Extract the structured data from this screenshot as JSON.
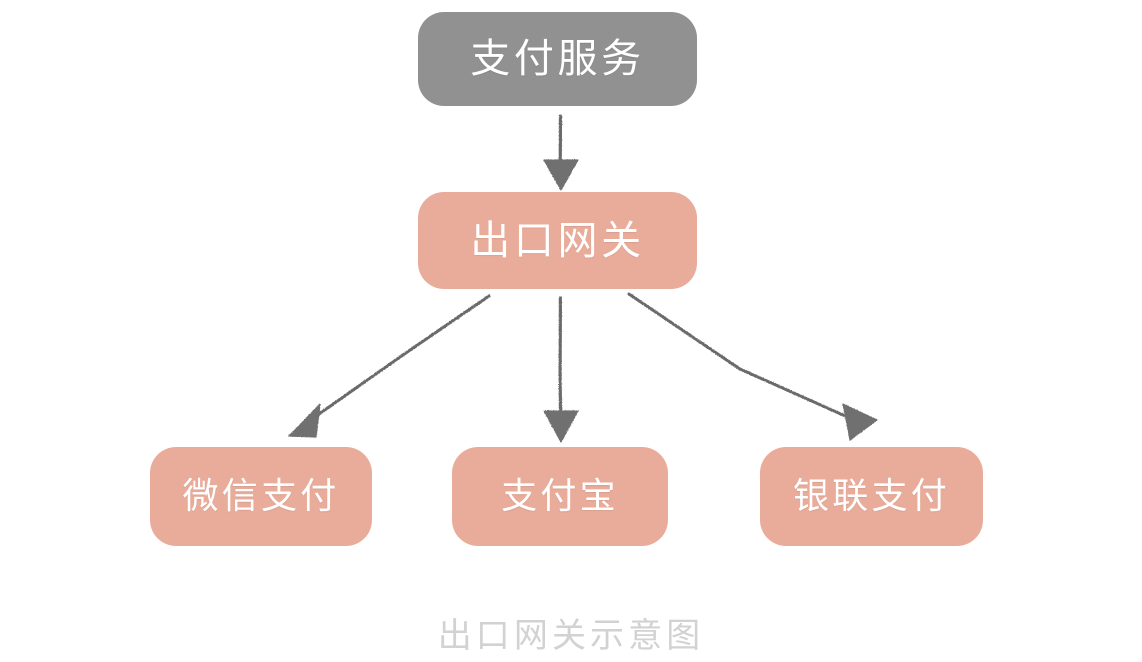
{
  "diagram": {
    "caption": "出口网关示意图",
    "background_color": "#ffffff",
    "caption_color": "#d2d2d2",
    "nodes": [
      {
        "id": "payment-service",
        "label": "支付服务",
        "fill": "#919191",
        "text_color": "#ffffff",
        "role": "source"
      },
      {
        "id": "egress-gateway",
        "label": "出口网关",
        "fill": "#eaac9a",
        "text_color": "#ffffff",
        "role": "gateway"
      },
      {
        "id": "wechat-pay",
        "label": "微信支付",
        "fill": "#eaac9a",
        "text_color": "#ffffff",
        "role": "target"
      },
      {
        "id": "alipay",
        "label": "支付宝",
        "fill": "#eaac9a",
        "text_color": "#ffffff",
        "role": "target"
      },
      {
        "id": "unionpay",
        "label": "银联支付",
        "fill": "#eaac9a",
        "text_color": "#ffffff",
        "role": "target"
      }
    ],
    "edges": [
      {
        "from": "payment-service",
        "to": "egress-gateway",
        "style": "hand-drawn-arrow",
        "color": "#6b6b6b"
      },
      {
        "from": "egress-gateway",
        "to": "wechat-pay",
        "style": "hand-drawn-arrow",
        "color": "#6b6b6b"
      },
      {
        "from": "egress-gateway",
        "to": "alipay",
        "style": "hand-drawn-arrow",
        "color": "#6b6b6b"
      },
      {
        "from": "egress-gateway",
        "to": "unionpay",
        "style": "hand-drawn-arrow",
        "color": "#6b6b6b"
      }
    ]
  }
}
